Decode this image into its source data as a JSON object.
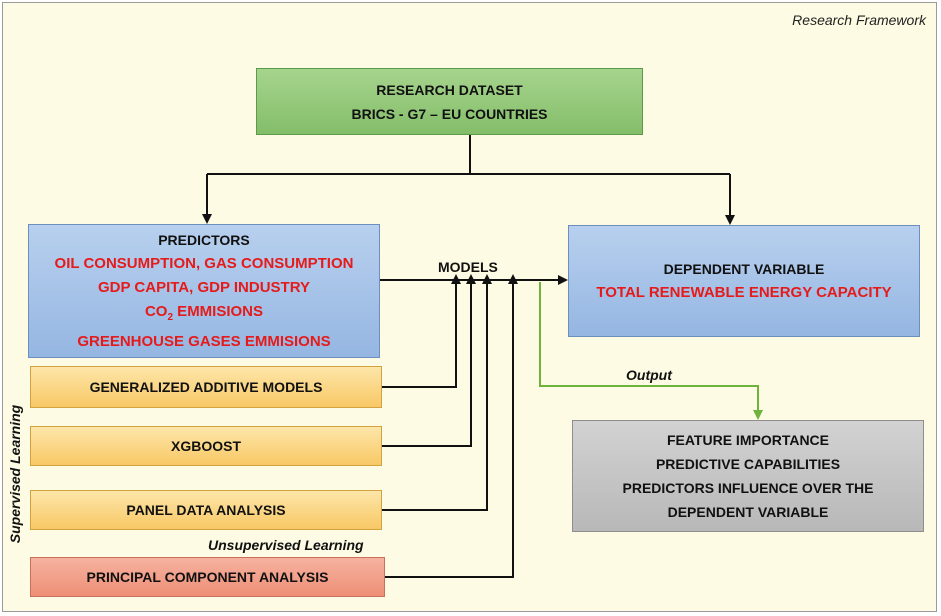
{
  "framework_title": "Research Framework",
  "dataset": {
    "line1": "RESEARCH DATASET",
    "line2": "BRICS - G7 – EU COUNTRIES"
  },
  "predictors": {
    "heading": "PREDICTORS",
    "line1": "OIL CONSUMPTION, GAS CONSUMPTION",
    "line2": "GDP CAPITA, GDP INDUSTRY",
    "line3_prefix": "CO",
    "line3_sub": "2",
    "line3_suffix": " EMMISIONS",
    "line4": "GREENHOUSE GASES EMMISIONS"
  },
  "models_label": "MODELS",
  "dependent": {
    "heading": "DEPENDENT VARIABLE",
    "line1": "TOTAL RENEWABLE ENERGY CAPACITY"
  },
  "methods": {
    "gam": "GENERALIZED ADDITIVE MODELS",
    "xgb": "XGBOOST",
    "pda": "PANEL DATA ANALYSIS",
    "pca": "PRINCIPAL COMPONENT ANALYSIS"
  },
  "supervised_label": "Supervised Learning",
  "unsupervised_label": "Unsupervised Learning",
  "output_label": "Output",
  "output_box": {
    "line1": "FEATURE IMPORTANCE",
    "line2": "PREDICTIVE CAPABILITIES",
    "line3": "PREDICTORS INFLUENCE OVER THE",
    "line4": "DEPENDENT VARIABLE"
  },
  "colors": {
    "dataset_fill": "#93c77b",
    "predictor_fill": "#a7c3e8",
    "method_fill": "#fbd27f",
    "pca_fill": "#f2a08a",
    "output_fill": "#c5c5c5",
    "highlight_text": "#e51b1b",
    "output_arrow": "#6fb33d"
  }
}
